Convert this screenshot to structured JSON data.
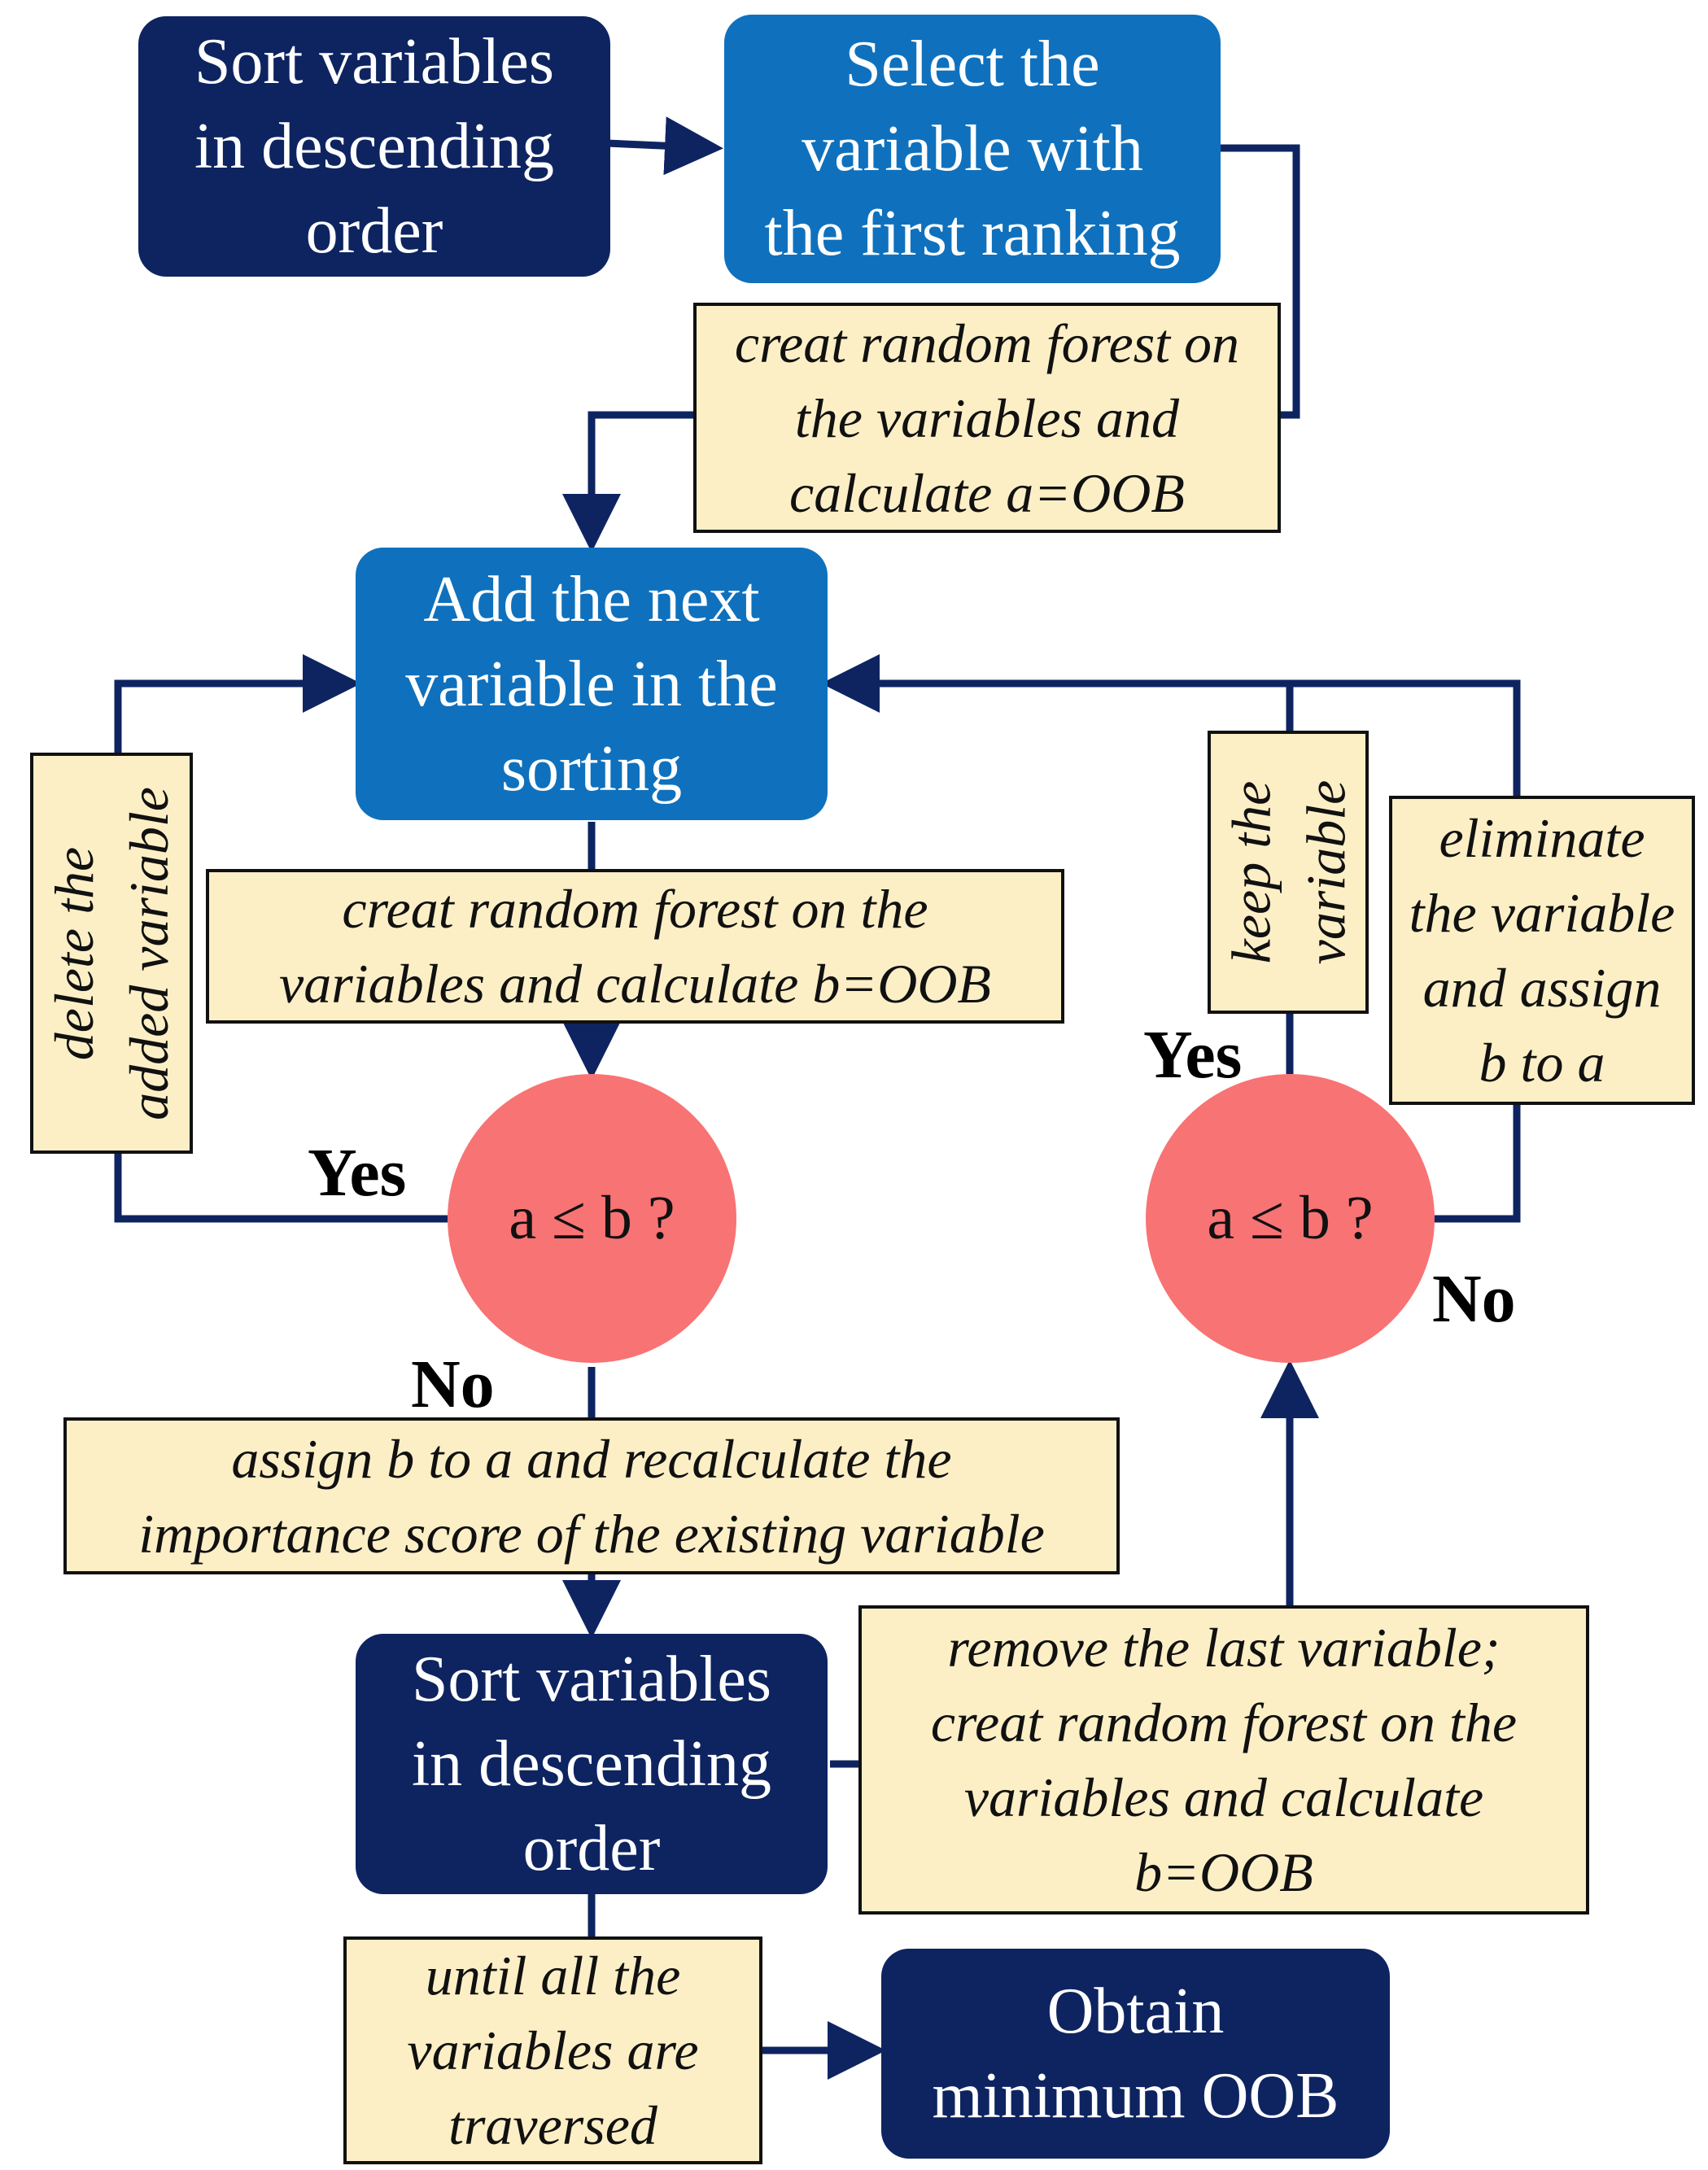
{
  "colors": {
    "dark_box": "#0e2461",
    "blue_box": "#0f71bd",
    "note_box": "#fcefc6",
    "decision": "#f87374",
    "arrow": "#0e2461"
  },
  "nodes": {
    "sort_top": [
      "Sort variables",
      "in descending",
      "order"
    ],
    "select_first": [
      "Select the",
      "variable with",
      "the first ranking"
    ],
    "add_next": [
      "Add the next",
      "variable in the",
      "sorting"
    ],
    "decision_left": "a ≤ b ?",
    "decision_right": "a ≤ b ?",
    "sort_bottom": [
      "Sort variables",
      "in descending",
      "order"
    ],
    "obtain_min": [
      "Obtain",
      "minimum OOB"
    ]
  },
  "notes": {
    "create_rf_a": [
      "creat random forest on",
      "the variables and",
      "calculate a=OOB"
    ],
    "create_rf_b": [
      "creat random forest on the",
      "variables and calculate b=OOB"
    ],
    "delete_added": [
      "delete the",
      "added variable"
    ],
    "keep_variable": [
      "keep the",
      "variable"
    ],
    "eliminate": [
      "eliminate",
      "the variable",
      "and assign",
      "b to a"
    ],
    "assign_recalc": [
      "assign b to a and recalculate the",
      "importance score of the existing variable"
    ],
    "remove_last": [
      "remove the last variable;",
      "creat random forest on the",
      "variables and calculate",
      "b=OOB"
    ],
    "until_all": [
      "until all the",
      "variables are",
      "traversed"
    ]
  },
  "labels": {
    "yes_left": "Yes",
    "no_left": "No",
    "yes_right": "Yes",
    "no_right": "No"
  }
}
